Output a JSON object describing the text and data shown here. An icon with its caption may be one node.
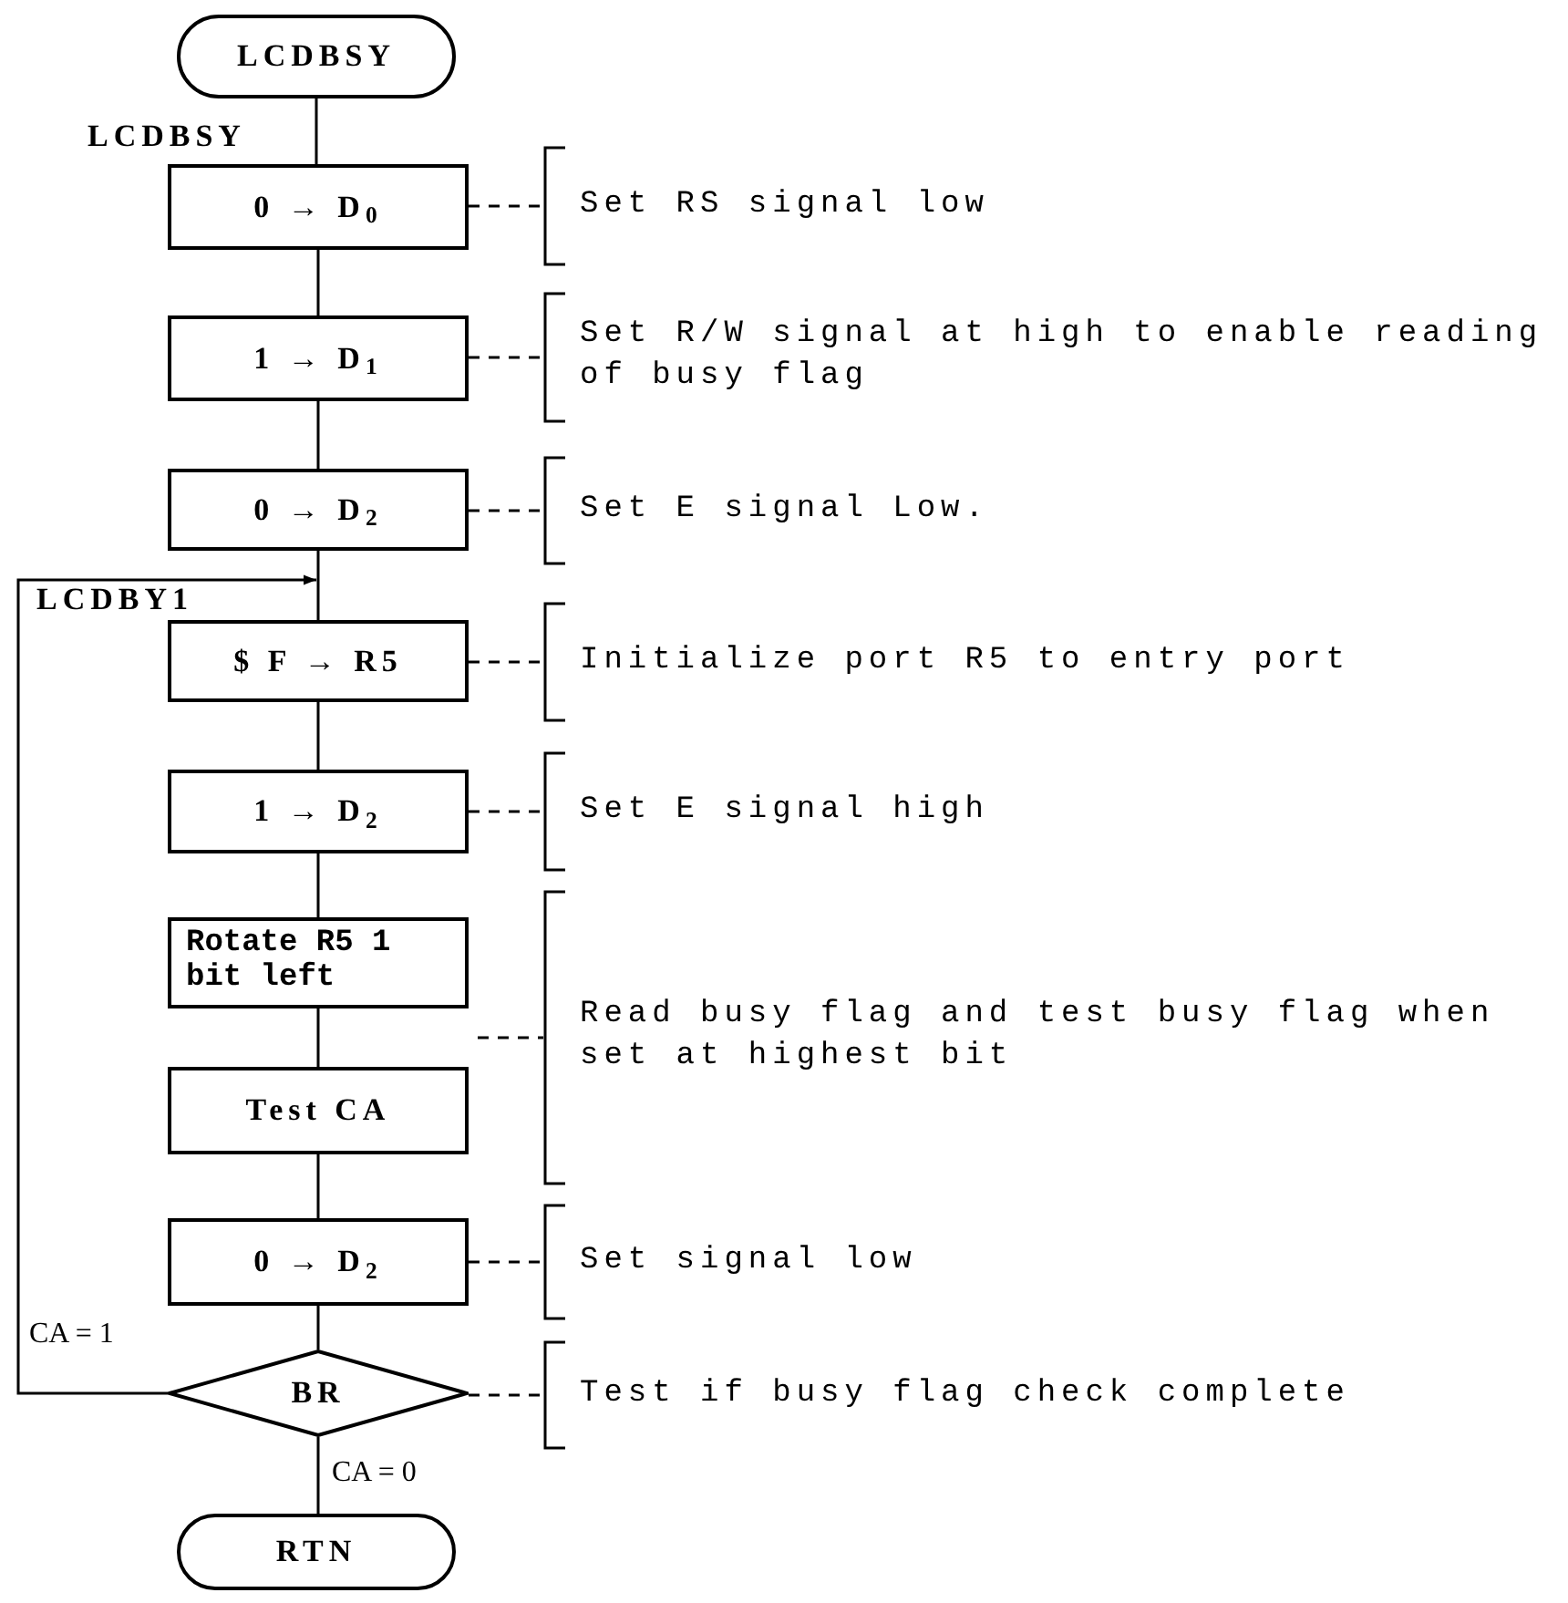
{
  "diagram": {
    "nodes": [
      {
        "text": [
          "LCDBSY"
        ]
      },
      {
        "text": [
          "0 → D$_{0}$"
        ],
        "beside": [
          "LCDBSY"
        ]
      },
      {
        "text": [
          "1 → D$_{1}$"
        ]
      },
      {
        "text": [
          "0 → D$_{2}$"
        ]
      },
      {
        "text": [
          "$ F → R5"
        ],
        "beside": [
          "LCDBY1"
        ]
      },
      {
        "text": [
          "1 → D$_{2}$"
        ]
      },
      {
        "text": [
          "Rotate R5 1 bit left"
        ]
      },
      {
        "text": [
          "Test CA"
        ]
      },
      {
        "text": [
          "0 → D$_{2}$"
        ]
      },
      {
        "text": [
          "BR"
        ]
      },
      {
        "text": [
          "RTN"
        ]
      },
      {
        "text": [
          "Set RS signal low"
        ]
      },
      {
        "text": [
          "Set R/W signal at high to enable reading of busy flag"
        ]
      },
      {
        "text": [
          "Set E signal Low."
        ]
      },
      {
        "text": [
          "Initialize port R5 to entry port"
        ]
      },
      {
        "text": [
          "Set E signal high"
        ]
      },
      {
        "text": [
          "Read busy flag and test busy flag when set at highest bit"
        ]
      },
      {
        "text": [
          "Set signal low"
        ]
      },
      {
        "text": [
          "Test if busy flag check complete"
        ]
      }
    ],
    "edges": [
      {
        "from": 0,
        "to": 1,
        "arrow": "none"
      },
      {
        "from": 1,
        "to": 2,
        "arrow": "none"
      },
      {
        "from": 2,
        "to": 3,
        "arrow": "none"
      },
      {
        "from": 3,
        "to": 4,
        "arrow": "none"
      },
      {
        "from": 4,
        "to": 5,
        "arrow": "none"
      },
      {
        "from": 5,
        "to": 6,
        "arrow": "none"
      },
      {
        "from": 6,
        "to": 7,
        "arrow": "none"
      },
      {
        "from": 7,
        "to": 8,
        "arrow": "none"
      },
      {
        "from": 8,
        "to": 9,
        "arrow": "none"
      },
      {
        "from": 9,
        "to": 4,
        "arrow": "to",
        "label": "CA = 1"
      },
      {
        "from": 9,
        "to": 10,
        "arrow": "none",
        "label": "CA = 0"
      },
      {
        "from": 1,
        "to": 11,
        "arrow": "none",
        "style": "dashed"
      },
      {
        "from": 2,
        "to": 12,
        "arrow": "none",
        "style": "dashed"
      },
      {
        "from": 3,
        "to": 13,
        "arrow": "none",
        "style": "dashed"
      },
      {
        "from": 4,
        "to": 14,
        "arrow": "none",
        "style": "dashed"
      },
      {
        "from": 5,
        "to": 15,
        "arrow": "none",
        "style": "dashed"
      },
      {
        "from": null,
        "to": 16,
        "arrow": "none",
        "style": "dashed"
      },
      {
        "from": 8,
        "to": 17,
        "arrow": "none",
        "style": "dashed"
      },
      {
        "from": 9,
        "to": 18,
        "arrow": "none",
        "style": "dashed"
      }
    ]
  }
}
